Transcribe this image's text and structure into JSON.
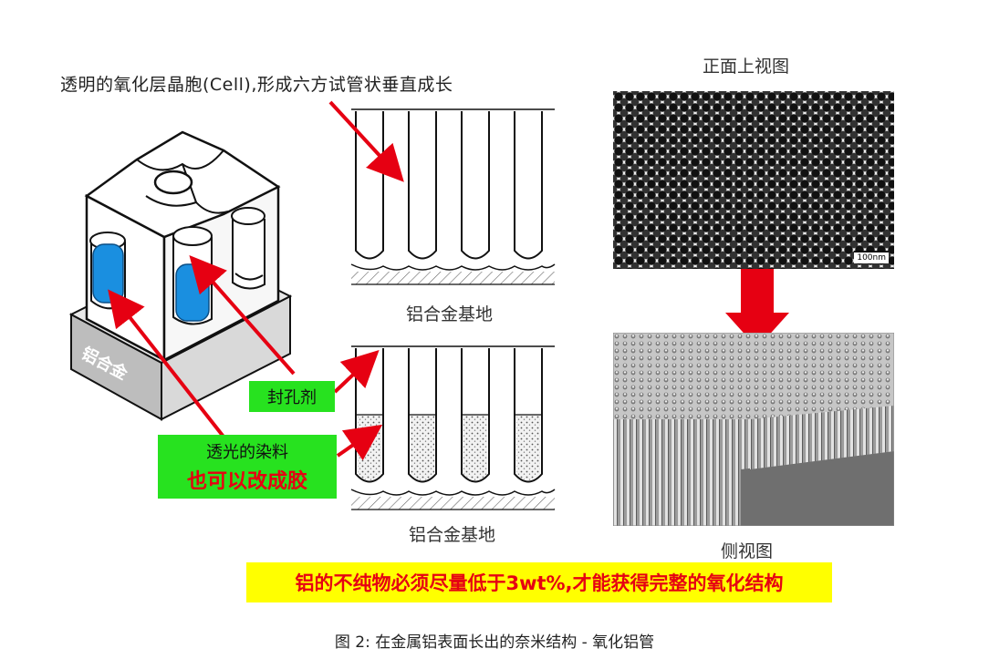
{
  "header": {
    "title": "透明的氧化层晶胞(Cell),形成六方试管状垂直成长"
  },
  "labels": {
    "cube_base": "铝合金",
    "substrate_top": "铝合金基地",
    "substrate_bottom": "铝合金基地",
    "sealant": "封孔剂",
    "dye": "透光的染料",
    "dye_alt": "也可以改成胶",
    "top_view": "正面上视图",
    "side_view": "侧视图",
    "scale_bar": "100nm"
  },
  "notice": "铝的不纯物必须尽量低于3wt%,才能获得完整的氧化结构",
  "caption": "图 2: 在金属铝表面长出的奈米结构 - 氧化铝管",
  "colors": {
    "green_box": "#27e21f",
    "notice_bg": "#ffff00",
    "notice_text": "#e60012",
    "arrow": "#e60012",
    "dye_blue": "#1a8fe0"
  }
}
